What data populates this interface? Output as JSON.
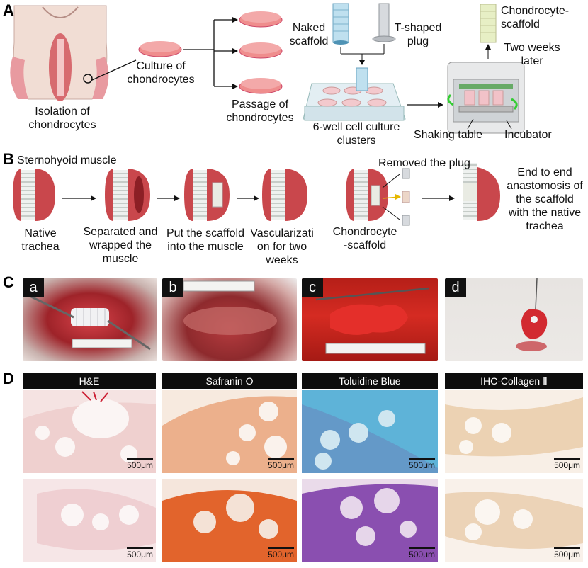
{
  "panels": {
    "A": "A",
    "B": "B",
    "C": "C",
    "D": "D"
  },
  "panelA": {
    "isolation": "Isolation of chondrocytes",
    "culture": "Culture of chondrocytes",
    "passage": "Passage of chondrocytes",
    "naked_scaffold": "Naked scaffold",
    "plug": "T-shaped plug",
    "wells": "6-well cell culture clusters",
    "shaking": "Shaking table",
    "incubator": "Incubator",
    "chondro_scaffold": "Chondrocyte-scaffold",
    "two_weeks": "Two weeks later"
  },
  "panelB": {
    "sternohyoid": "Sternohyoid muscle",
    "native": "Native trachea",
    "separated": "Separated and wrapped the muscle",
    "put": "Put the scaffold into the muscle",
    "vascular": "Vascularizati on for two weeks",
    "removed": "Removed the plug",
    "chondro_scaffold": "Chondrocyte -scaffold",
    "end": "End to end anastomosis of the scaffold with the native trachea"
  },
  "panelC": {
    "labels": [
      "a",
      "b",
      "c",
      "d"
    ]
  },
  "panelD": {
    "stains": [
      "H&E",
      "Safranin O",
      "Toluidine Blue",
      "IHC-Collagen Ⅱ"
    ],
    "scalebar": "500μm"
  },
  "colors": {
    "muscle": "#c9474c",
    "tissue_red": "#d81e1e",
    "he_pink": "#e8a5b4",
    "safranin": "#e0622c",
    "toluidine": "#4aa0d0",
    "collagen": "#e8c9a0"
  }
}
